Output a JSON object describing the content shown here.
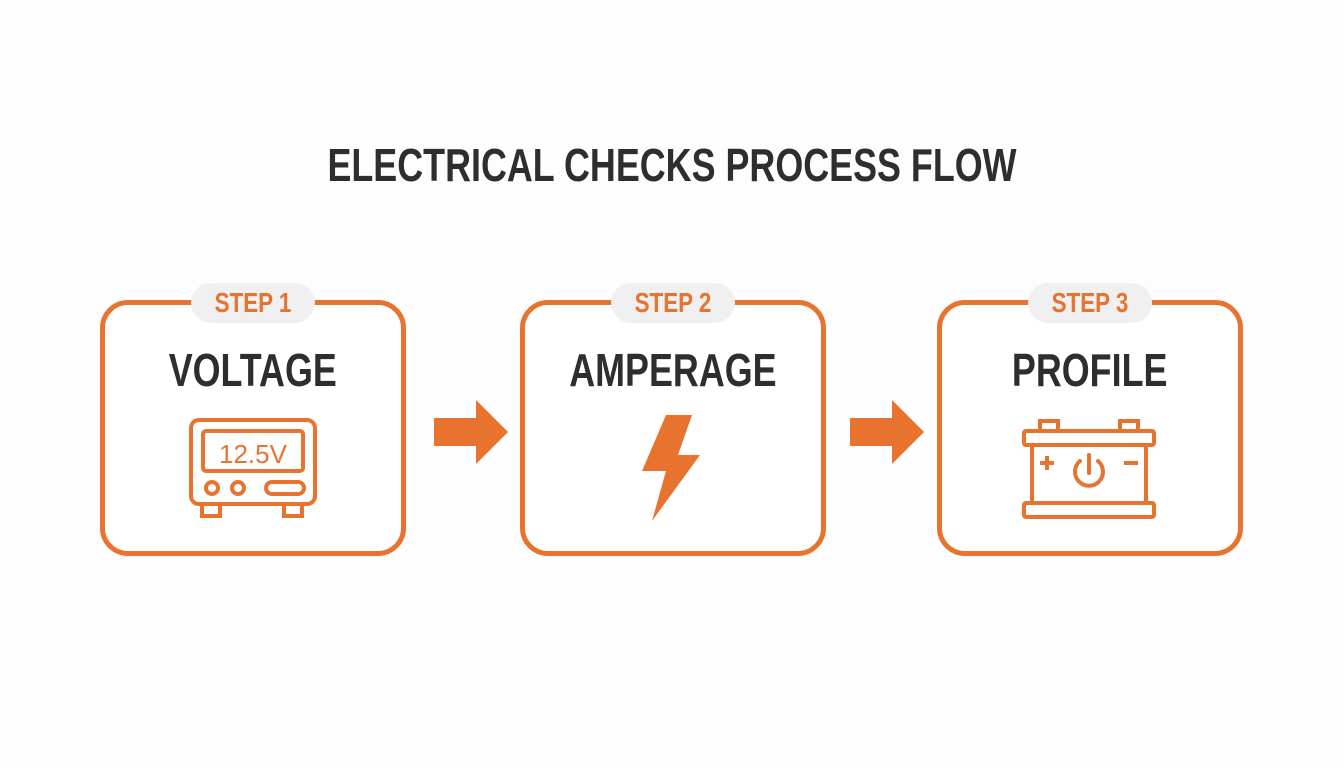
{
  "title": "ELECTRICAL CHECKS PROCESS FLOW",
  "accent_color": "#e8732f",
  "steps": [
    {
      "badge": "STEP 1",
      "title": "VOLTAGE",
      "icon": "voltmeter-icon",
      "display": "12.5V"
    },
    {
      "badge": "STEP 2",
      "title": "AMPERAGE",
      "icon": "lightning-bolt-icon"
    },
    {
      "badge": "STEP 3",
      "title": "PROFILE",
      "icon": "battery-power-icon",
      "plus": "+",
      "minus": "−"
    }
  ],
  "connectors": [
    "arrow-right-icon",
    "arrow-right-icon"
  ]
}
